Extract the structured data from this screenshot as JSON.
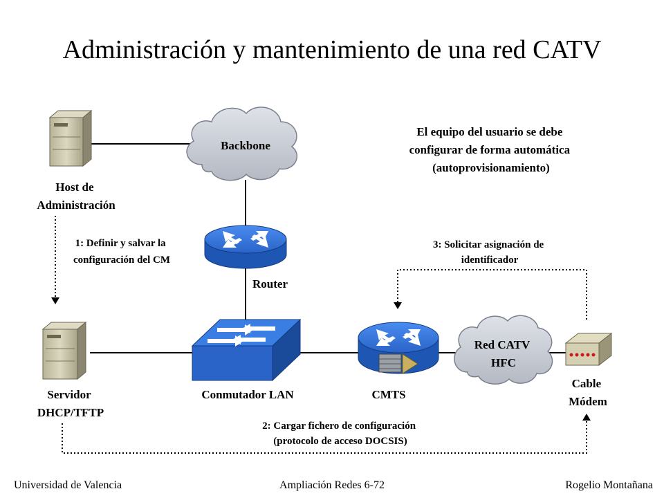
{
  "title": "Administración y mantenimiento de una red CATV",
  "nodes": {
    "host_admin": [
      "Host de",
      "Administración"
    ],
    "backbone": "Backbone",
    "router": "Router",
    "server": [
      "Servidor",
      "DHCP/TFTP"
    ],
    "switch": "Conmutador LAN",
    "cmts": "CMTS",
    "catv": [
      "Red CATV",
      "HFC"
    ],
    "cable_modem": [
      "Cable",
      "Módem"
    ]
  },
  "notes": {
    "autoprov": [
      "El equipo del usuario se debe",
      "configurar de forma automática",
      "(autoprovisionamiento)"
    ],
    "step1": [
      "1: Definir y salvar la",
      "configuración del CM"
    ],
    "step2": [
      "2: Cargar fichero de configuración",
      "(protocolo de acceso DOCSIS)"
    ],
    "step3": [
      "3: Solicitar asignación de",
      "identificador"
    ]
  },
  "footer": {
    "left": "Universidad de Valencia",
    "center": "Ampliación Redes 6-72",
    "right": "Rogelio Montañana"
  },
  "colors": {
    "device_blue": "#2f6fd8",
    "device_blue_dark": "#1a4a9a",
    "cloud": "#c8ccd4",
    "server": "#c8c4a8",
    "line": "#000000"
  }
}
